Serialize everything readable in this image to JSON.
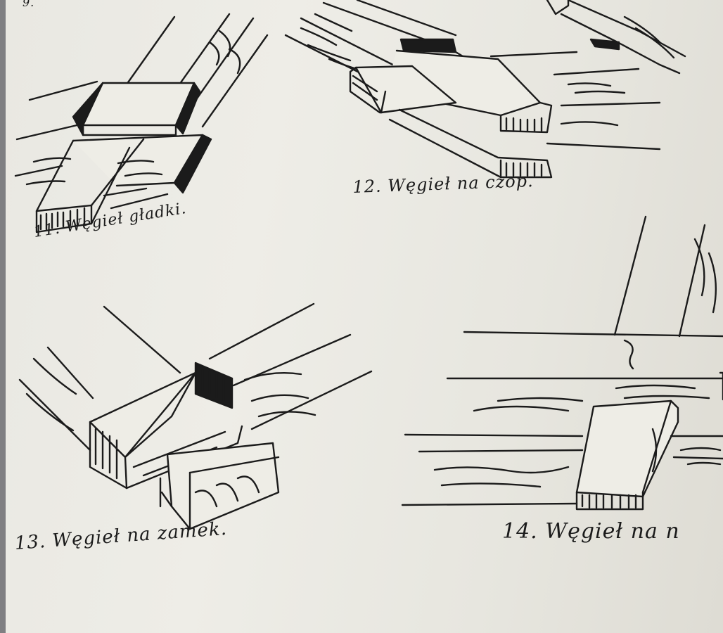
{
  "page_fragment": "9.",
  "figures": [
    {
      "caption": "11. Węgieł gładki."
    },
    {
      "caption": "12. Węgieł na czop."
    },
    {
      "caption": "13. Węgieł na zamek."
    },
    {
      "caption": "14. Węgieł na n"
    }
  ],
  "colors": {
    "ink": "#1b1b1b",
    "paper": "#eceae4",
    "margin": "#7f7f82"
  }
}
